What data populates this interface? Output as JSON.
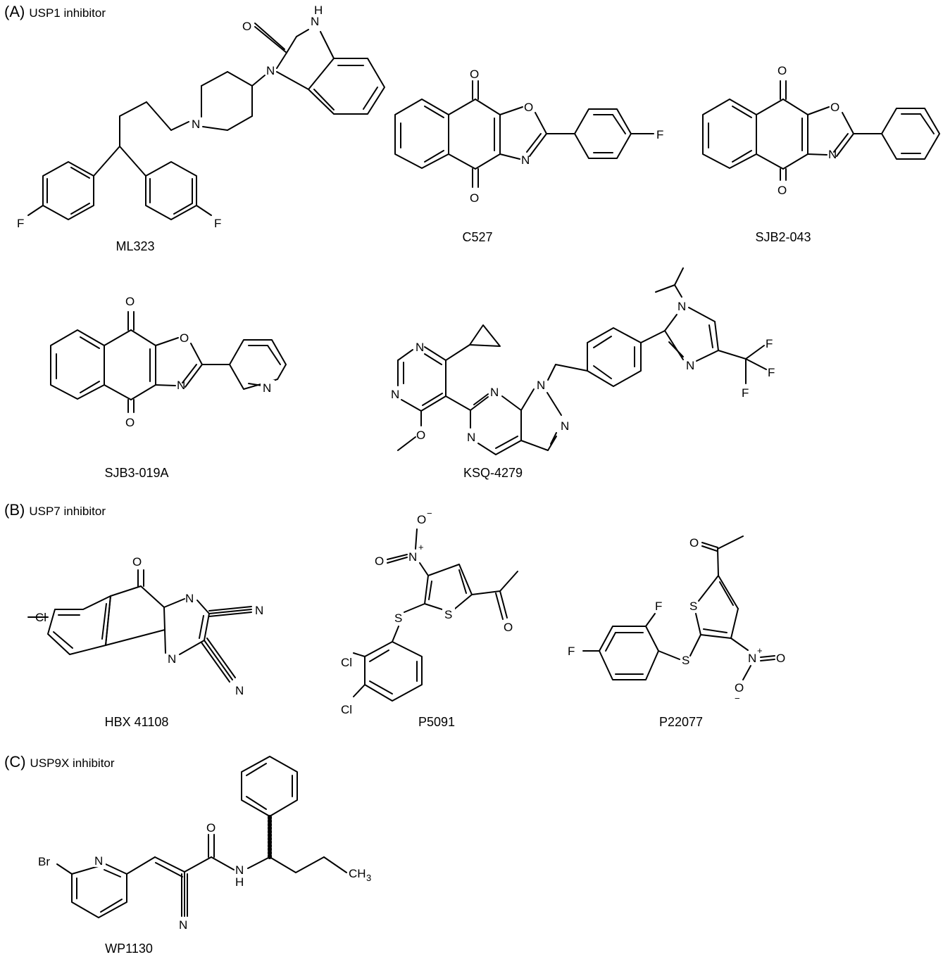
{
  "sections": [
    {
      "id": "A",
      "tag": "(A)",
      "title": "USP1 inhibitor"
    },
    {
      "id": "B",
      "tag": "(B)",
      "title": "USP7 inhibitor"
    },
    {
      "id": "C",
      "tag": "(C)",
      "title": "USP9X inhibitor"
    }
  ],
  "compounds": {
    "ml323": "ML323",
    "c527": "C527",
    "sjb2": "SJB2-043",
    "sjb3": "SJB3-019A",
    "ksq": "KSQ-4279",
    "hbx": "HBX 41108",
    "p5091": "P5091",
    "p22077": "P22077",
    "wp1130": "WP1130"
  }
}
